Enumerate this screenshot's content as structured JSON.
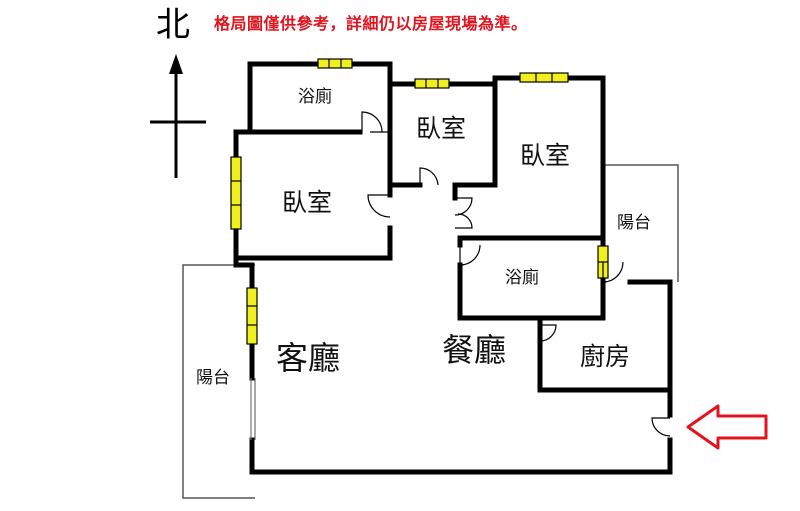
{
  "header": {
    "north_label": "北",
    "notice": "格局圖僅供參考，詳細仍以房屋現場為準。"
  },
  "rooms": {
    "bathroom_top": "浴廁",
    "bedroom_left": "臥室",
    "bedroom_middle": "臥室",
    "bedroom_right": "臥室",
    "balcony_right": "陽台",
    "bathroom_lower": "浴廁",
    "living_room": "客廳",
    "dining_room": "餐廳",
    "kitchen": "廚房",
    "balcony_left": "陽台"
  },
  "colors": {
    "wall": "#000000",
    "window_fill": "#f2ef1e",
    "entrance_arrow": "#e0141e",
    "notice_text": "#e0141e"
  },
  "icons": {
    "compass": "north-arrow-icon",
    "entrance": "entrance-arrow-icon"
  }
}
